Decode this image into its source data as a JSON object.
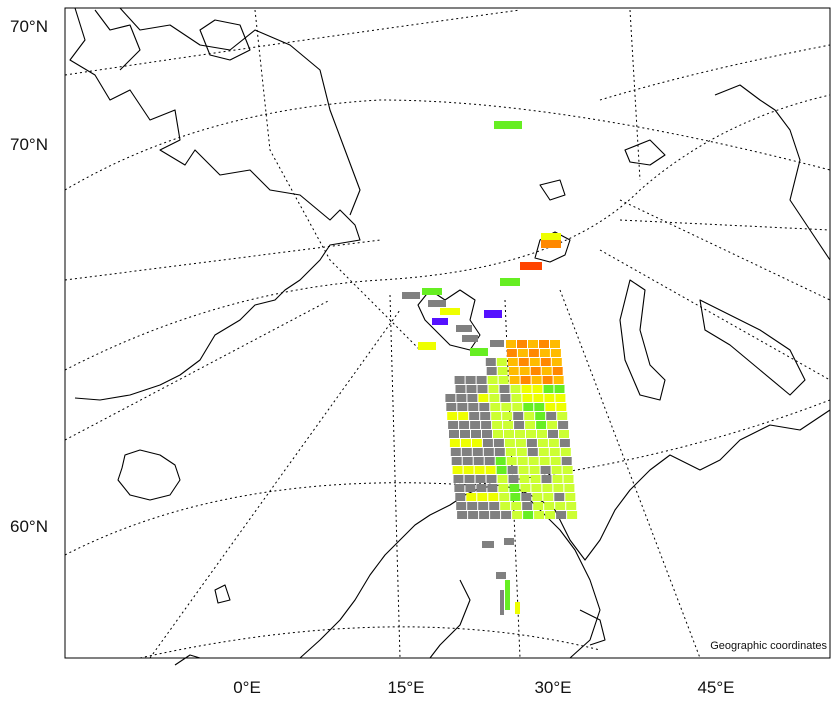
{
  "map": {
    "projection_note": "Geographic coordinates",
    "lat_labels": [
      "70°N",
      "70°N",
      "60°N"
    ],
    "lon_labels": [
      "0°E",
      "15°E",
      "30°E",
      "45°E"
    ],
    "colors": {
      "gray": "#808080",
      "yellow": "#eeff00",
      "yellow_green": "#ccff33",
      "green": "#66ee22",
      "orange": "#ffbb00",
      "dark_orange": "#ff8800",
      "red_orange": "#ff4400",
      "blue": "#5511ff",
      "coastline": "#000000",
      "graticule": "#000000"
    }
  }
}
